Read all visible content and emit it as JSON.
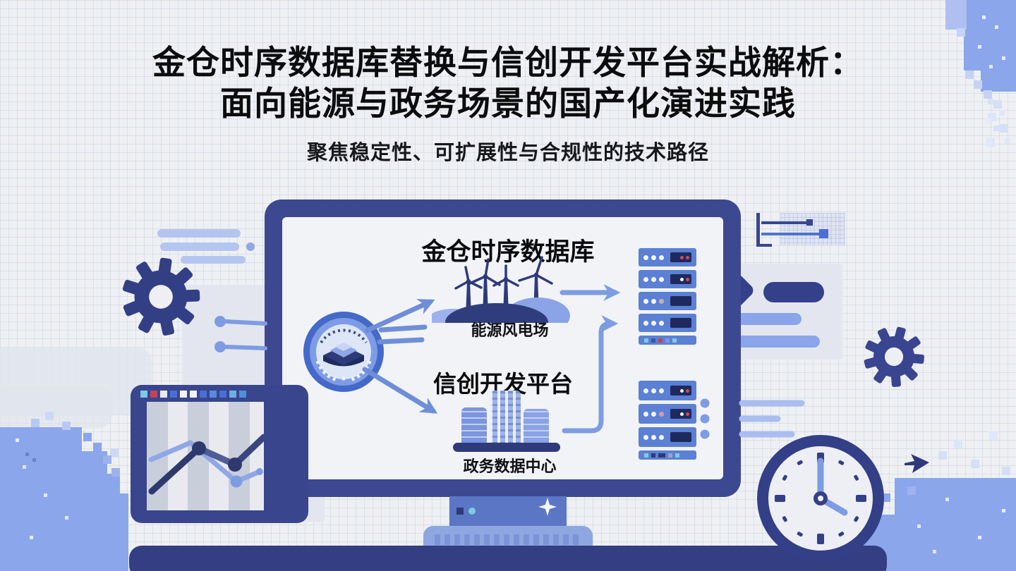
{
  "header": {
    "title_line1": "金仓时序数据库替换与信创开发平台实战解析：",
    "title_line2": "面向能源与政务场景的国产化演进实践",
    "subtitle": "聚焦稳定性、可扩展性与合规性的技术路径"
  },
  "monitor": {
    "db_title": "金仓时序数据库",
    "windfarm_label": "能源风电场",
    "platform_title": "信创开发平台",
    "datacenter_label": "政务数据中心"
  },
  "icons": [
    "seal-badge-icon",
    "wind-turbines-icon",
    "government-building-icon",
    "server-rack-icon",
    "gear-icon",
    "clock-icon",
    "line-chart-icon",
    "cursor-arrow-icon",
    "sparkle-icon",
    "slider-icon",
    "document-card-icon"
  ],
  "colors": {
    "background": "#eef0f3",
    "navy": "#333e83",
    "monitor_frame": "#3c4890",
    "screen": "#f2f3f7",
    "periwinkle_blob": "#8ba6ea",
    "accent_blue": "#4a6fd4",
    "line_blue": "#7e9ce2",
    "rack_blue": "#5b80d4",
    "red": "#c0455a",
    "teal": "#7ccbe0"
  }
}
